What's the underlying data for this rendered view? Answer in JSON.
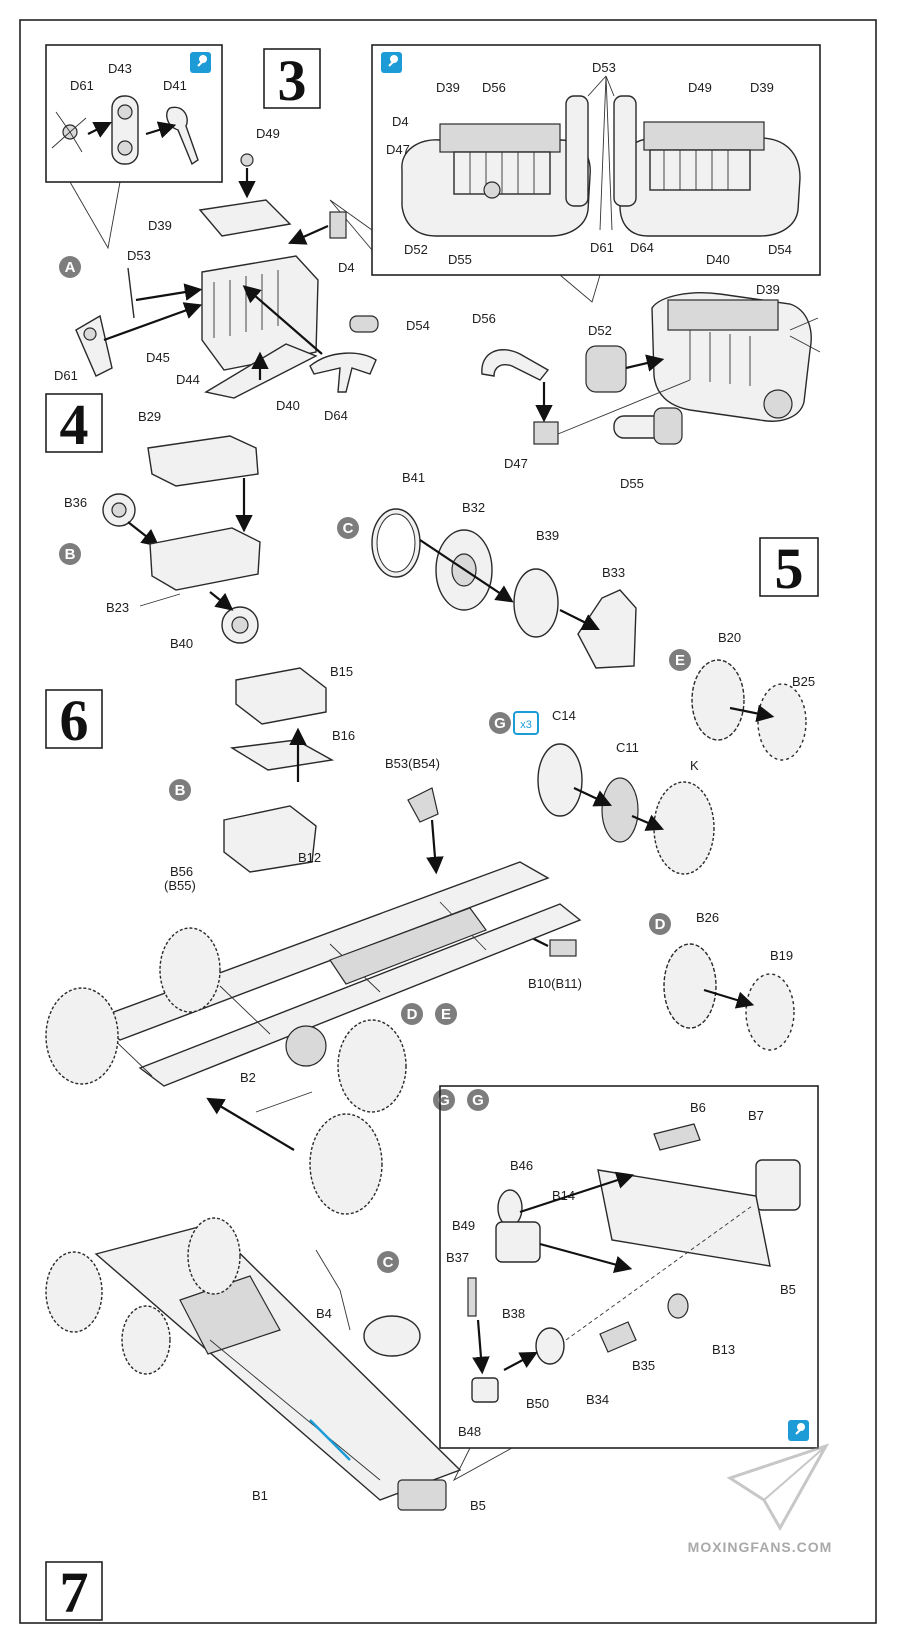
{
  "steps": [
    {
      "number": "3"
    },
    {
      "number": "4"
    },
    {
      "number": "5"
    },
    {
      "number": "6"
    },
    {
      "number": "7"
    }
  ],
  "callouts": {
    "A": "A",
    "B": "B",
    "C": "C",
    "D": "D",
    "E": "E",
    "G": "G",
    "step6_de": "D(E)",
    "step6_gg": "G(G)",
    "x3": "x3"
  },
  "labels": {
    "s3_inset": [
      "D61",
      "D43",
      "D41"
    ],
    "s3_main": [
      "D49",
      "D39",
      "D53",
      "D4",
      "D54",
      "D45",
      "D44",
      "D61",
      "D40",
      "D64"
    ],
    "s3_detail": [
      "D53",
      "D39",
      "D56",
      "D49",
      "D39",
      "D4",
      "D47",
      "D52",
      "D55",
      "D61",
      "D64",
      "D40",
      "D54"
    ],
    "s4": [
      "D56",
      "D39",
      "D52",
      "D47",
      "D55",
      "B29",
      "B36",
      "B23",
      "B40"
    ],
    "s5": [
      "B41",
      "B32",
      "B39",
      "B33",
      "B20",
      "B25",
      "C14",
      "C11",
      "K"
    ],
    "s6": [
      "B15",
      "B16",
      "B53(B54)",
      "B12",
      "B56",
      "(B55)",
      "B10(B11)",
      "B2",
      "B26",
      "B19"
    ],
    "s7": [
      "B6",
      "B7",
      "B46",
      "B14",
      "B49",
      "B37",
      "B38",
      "B5",
      "B13",
      "B35",
      "B4",
      "B34",
      "B50",
      "B48",
      "B1",
      "B5"
    ]
  },
  "watermark": "MOXINGFANS.COM",
  "icon_names": [
    "paint-brush-icon",
    "x3-repeat-icon",
    "paper-plane-logo"
  ]
}
